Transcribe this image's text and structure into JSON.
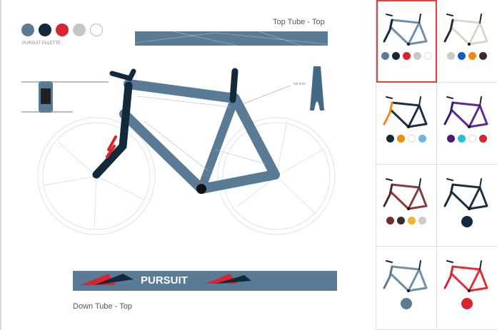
{
  "palette": {
    "label": "PURSUIT PALETTE",
    "colors": [
      "#5a7b95",
      "#11293b",
      "#d8242e",
      "#c4c8cc",
      "#ffffff"
    ]
  },
  "labels": {
    "top_tube": "Top Tube - Top",
    "down_tube": "Down Tube - Top",
    "tail_icon": "tail icon",
    "brand": "PURSUIT"
  },
  "thumbnails": [
    {
      "frame": "#6f8ea8",
      "accent": "#11293b",
      "swatches": [
        "#5a7b95",
        "#11293b",
        "#d8242e",
        "#c4c8cc",
        "#ffffff"
      ],
      "selected": true
    },
    {
      "frame": "#d9d7cc",
      "accent": "#2b2b2b",
      "swatches": [
        "#cfcbc0",
        "#0a5fc4",
        "#f5890f",
        "#3a2a28"
      ],
      "selected": false
    },
    {
      "frame": "#1b3142",
      "accent": "#f5890f",
      "swatches": [
        "#11293b",
        "#f5890f",
        "#ffffff",
        "#6cb4e8"
      ],
      "selected": false
    },
    {
      "frame": "#5c2a96",
      "accent": "#3a1a70",
      "swatches": [
        "#4a1a7a",
        "#1cc4de",
        "#ffffff",
        "#d8242e"
      ],
      "selected": false
    },
    {
      "frame": "#8a3a3a",
      "accent": "#4a2a2a",
      "swatches": [
        "#7a2a2a",
        "#3a2a28",
        "#f0b030",
        "#cfcbc0"
      ],
      "selected": false
    },
    {
      "frame": "#1b3142",
      "accent": "#11293b",
      "swatches": [
        "#11293b"
      ],
      "selected": false
    },
    {
      "frame": "#6f8ea8",
      "accent": "#5a7b95",
      "swatches": [
        "#5a7b95"
      ],
      "selected": false
    },
    {
      "frame": "#e03036",
      "accent": "#d8242e",
      "swatches": [
        "#d8242e"
      ],
      "selected": false
    }
  ]
}
